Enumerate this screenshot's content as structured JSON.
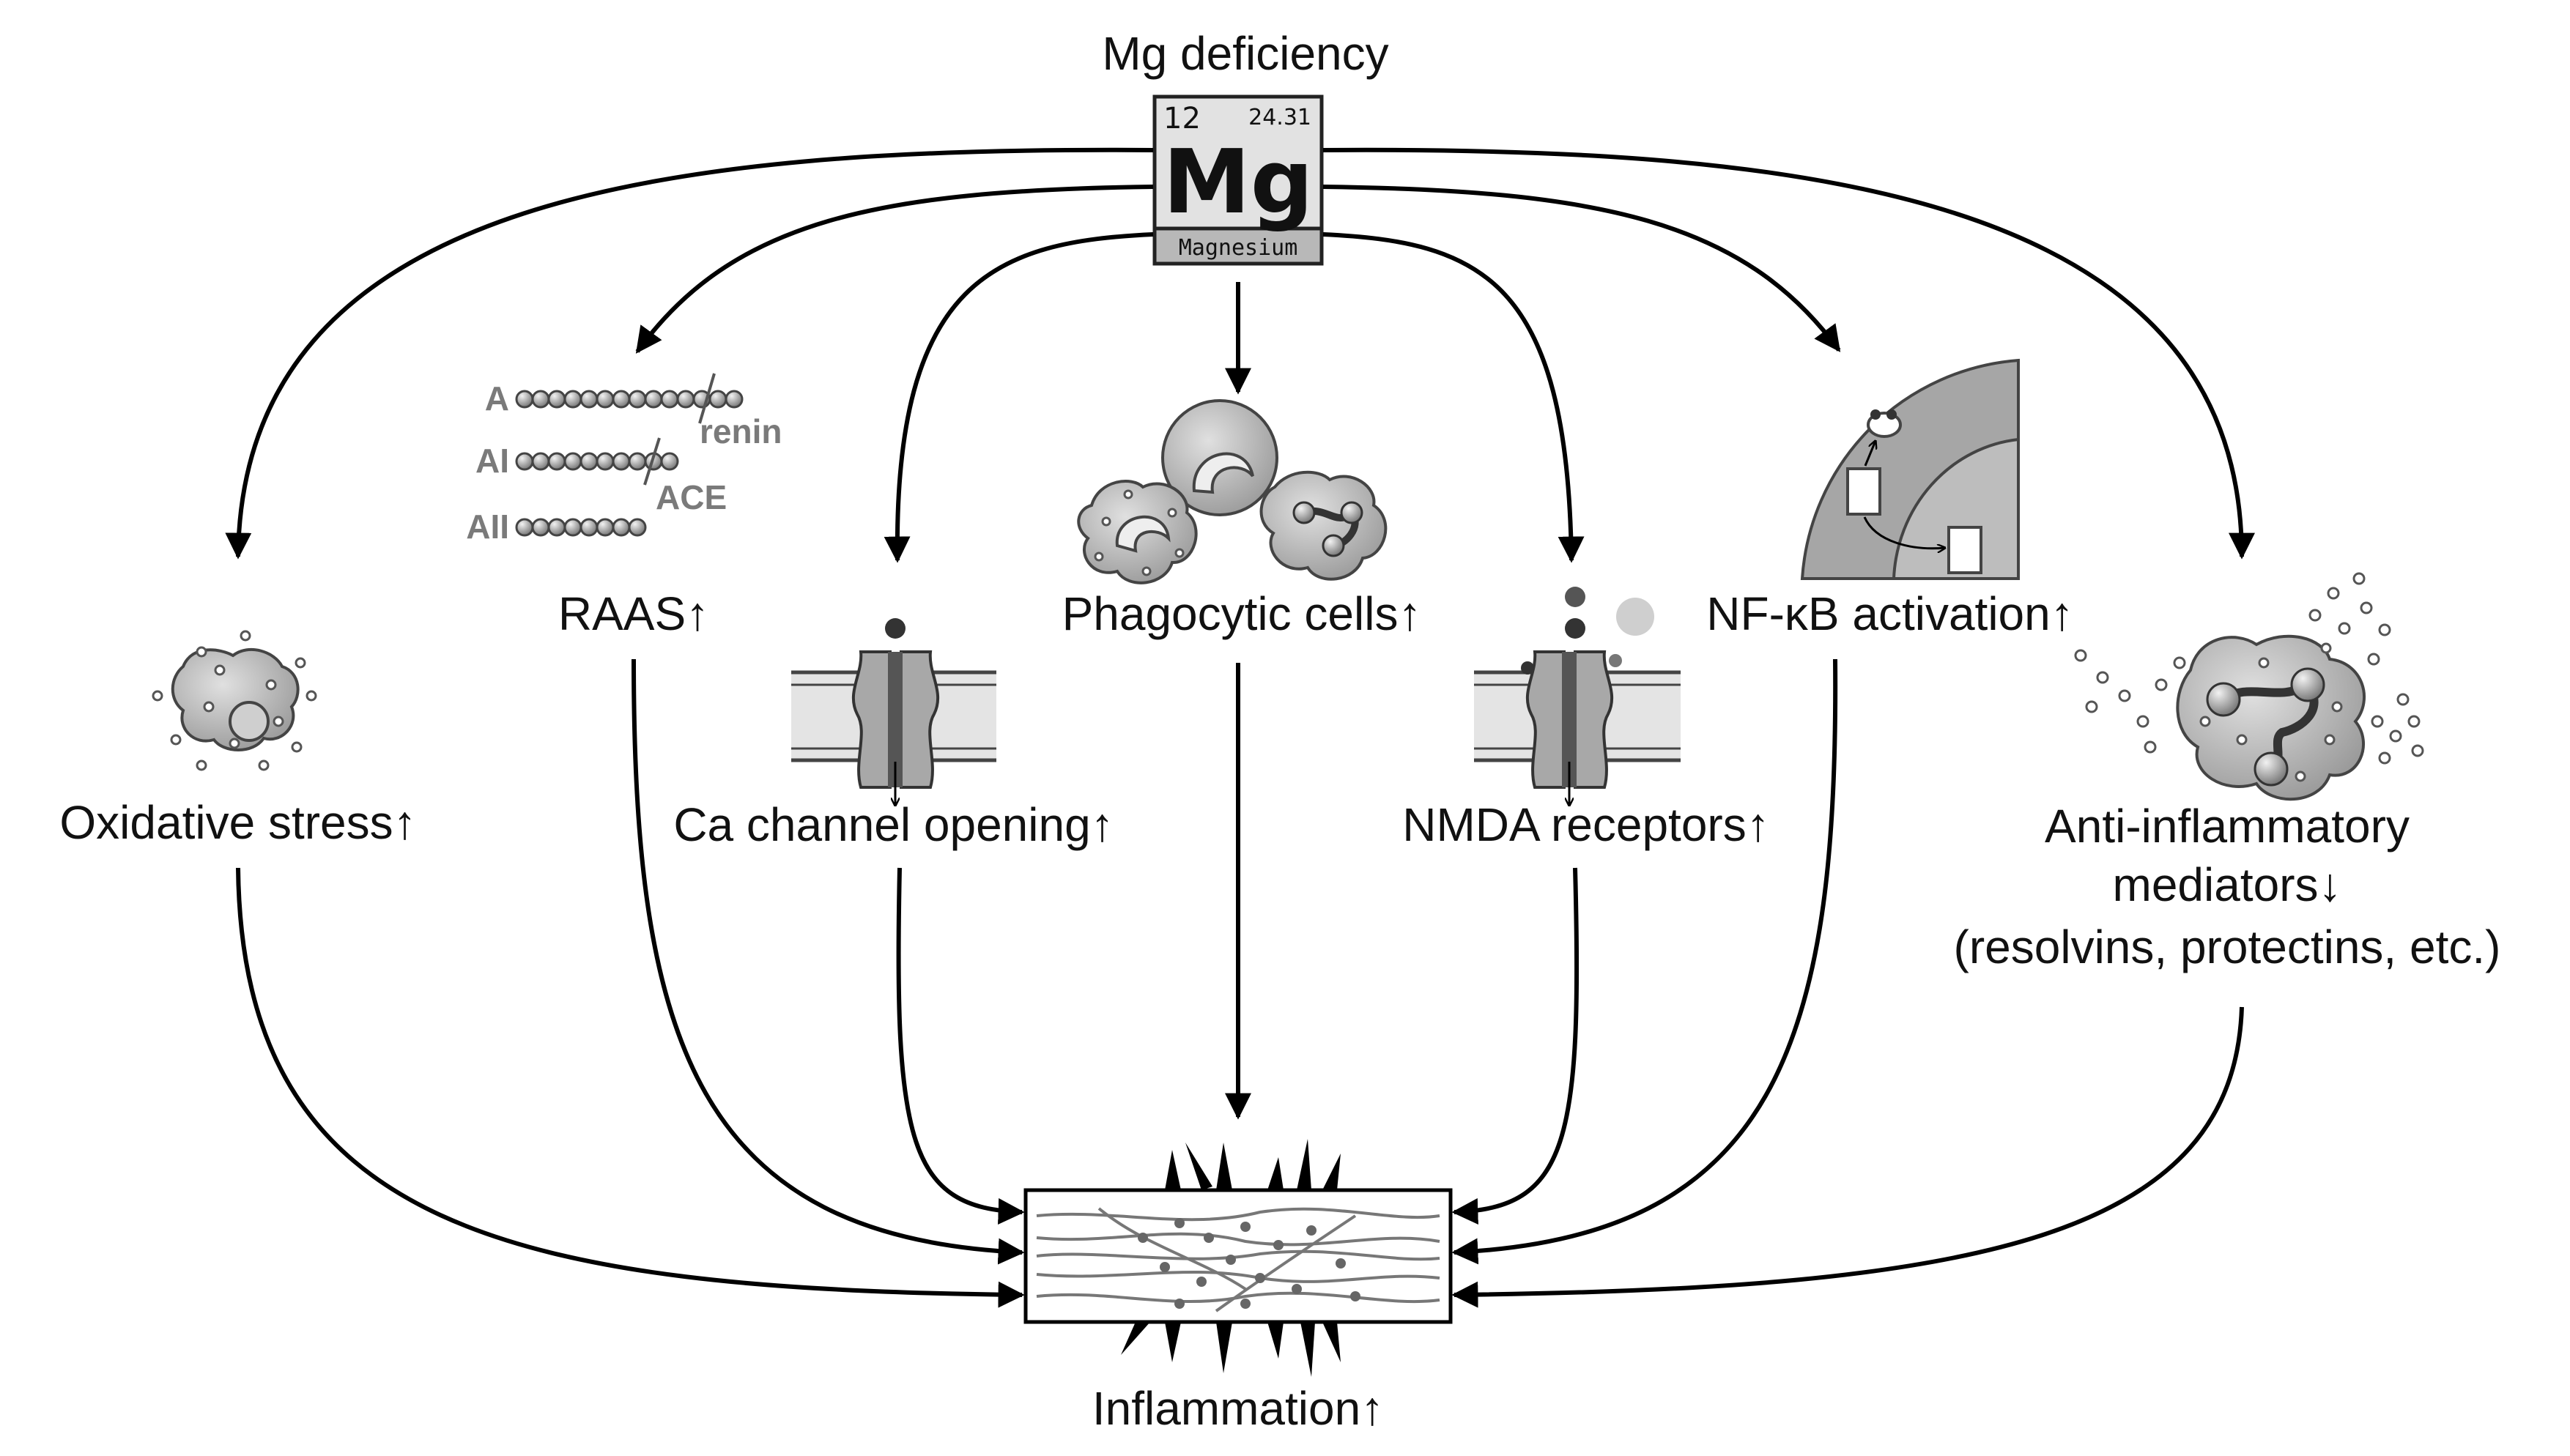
{
  "element": {
    "atomic_number": "12",
    "atomic_mass": "24.31",
    "symbol": "Mg",
    "name": "Magnesium"
  },
  "labels": {
    "source": "Mg deficiency",
    "oxidative_stress": "Oxidative stress↑",
    "raas": "RAAS↑",
    "ca_channel": "Ca channel opening↑",
    "phagocytic": "Phagocytic cells↑",
    "nmda": "NMDA receptors↑",
    "nfkb": "NF-κB activation↑",
    "anti_inflammatory_line1": "Anti-inflammatory",
    "anti_inflammatory_line2": "mediators↓",
    "anti_inflammatory_line3": "(resolvins, protectins, etc.)",
    "outcome": "Inflammation↑"
  },
  "raas_detail": {
    "angiotensinogen": "A",
    "angiotensin_i": "AI",
    "angiotensin_ii": "AII",
    "renin": "renin",
    "ace": "ACE"
  },
  "colors": {
    "arrow": "#000000",
    "cell_fill": "#bdbdbd",
    "dark_grey": "#6f6f6f",
    "raas_text": "#7a7a7a"
  }
}
